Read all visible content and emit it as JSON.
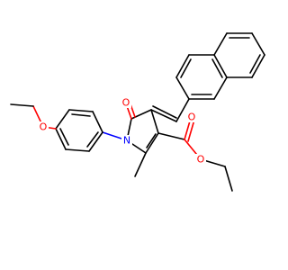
{
  "molecule": {
    "atoms": {
      "ring_oxygen": "O",
      "ester_carbonyl_oxygen": "O",
      "ester_ether_oxygen": "O",
      "ethoxy_oxygen": "O",
      "ring_nitrogen": "N"
    }
  },
  "colors": {
    "oxygen": "#ff0000",
    "nitrogen": "#0000ff",
    "carbon_bond": "#000000",
    "background": "#ffffff"
  }
}
